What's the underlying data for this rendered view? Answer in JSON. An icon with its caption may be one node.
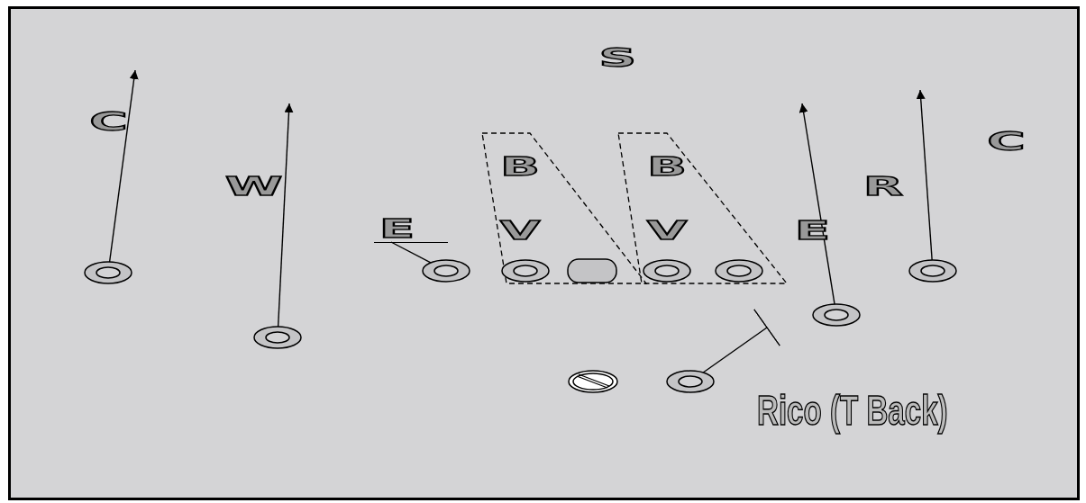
{
  "diagram": {
    "nodes": [
      {
        "text": [
          "B",
          "V"
        ]
      },
      {
        "text": [
          "B",
          "V"
        ]
      },
      {
        "text": [
          "E"
        ]
      },
      {
        "text": [],
        "shape": "ellipse"
      },
      {
        "text": [],
        "shape": "ellipse"
      },
      {
        "text": [],
        "shape": "ellipse",
        "in": 0
      },
      {
        "text": [],
        "shape": "box",
        "in": 0
      },
      {
        "text": [],
        "shape": "ellipse",
        "in": 1
      },
      {
        "text": [],
        "shape": "ellipse",
        "in": 1
      },
      {
        "text": [],
        "shape": "ellipse"
      },
      {
        "text": [],
        "shape": "ellipse"
      },
      {
        "text": [],
        "shape": "ellipse"
      },
      {
        "text": [],
        "shape": "circle"
      },
      {
        "text": [],
        "shape": "ellipse"
      }
    ],
    "edges": [
      {
        "from": 3,
        "to": null,
        "arrow": "to"
      },
      {
        "from": 11,
        "to": null,
        "arrow": "to"
      },
      {
        "from": 10,
        "to": null,
        "arrow": "to"
      },
      {
        "from": 9,
        "to": null,
        "arrow": "to"
      },
      {
        "from": 4,
        "to": 2,
        "arrow": "none"
      },
      {
        "from": 13,
        "to": null,
        "arrow": "other"
      }
    ],
    "labels": [
      "S",
      "C",
      "C",
      "W",
      "R",
      "E",
      "Rico (T Back)"
    ]
  }
}
